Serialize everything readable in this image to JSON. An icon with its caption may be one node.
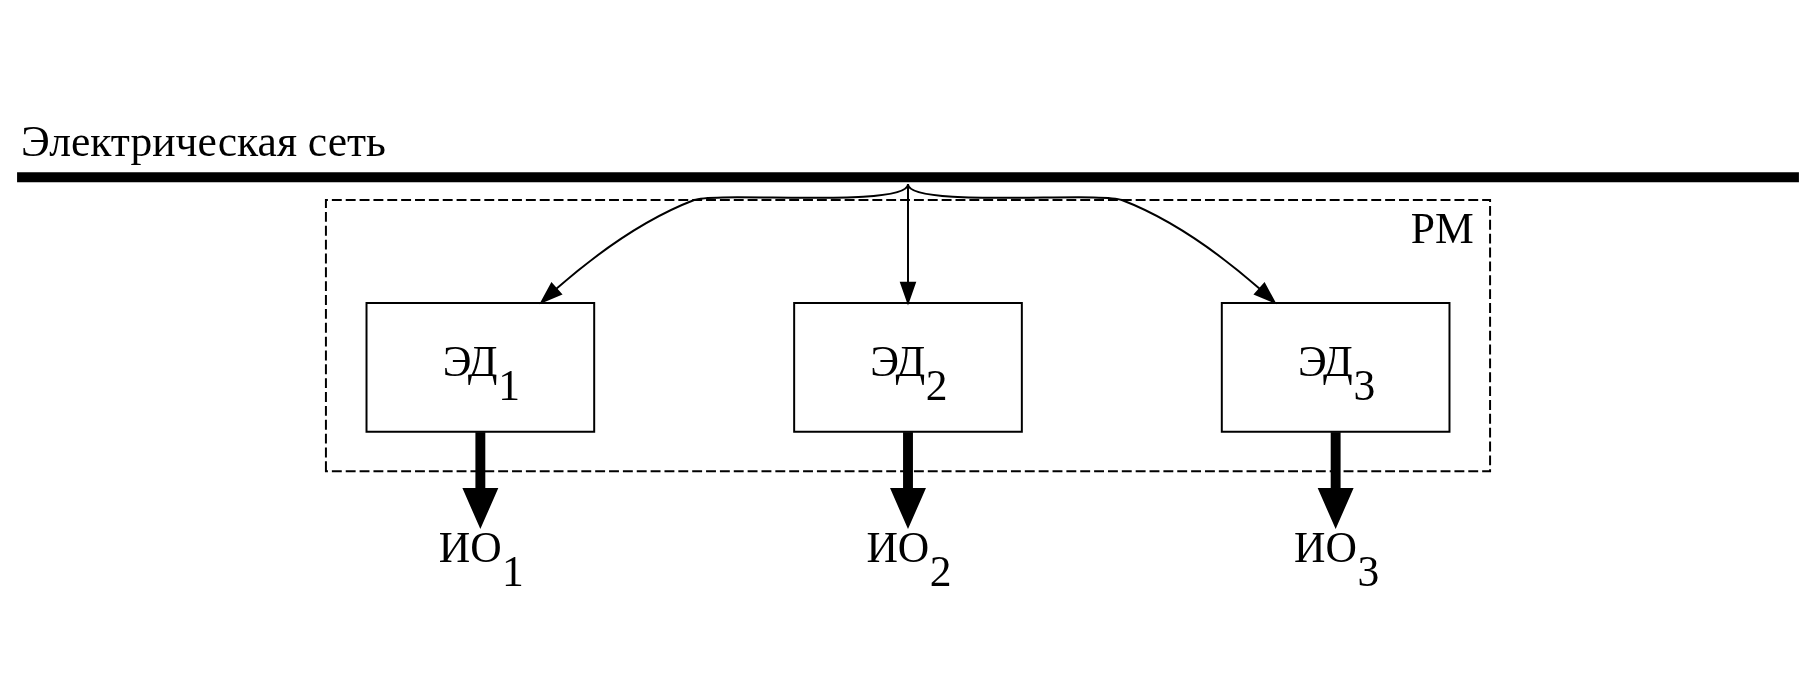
{
  "diagram": {
    "nodes": [
      {
        "text": [
          "Электрическая сеть"
        ]
      },
      {
        "text": [
          "РМ"
        ]
      },
      {
        "text": [
          "ЭД$_{1}$"
        ],
        "in": 1
      },
      {
        "text": [
          "ЭД$_{2}$"
        ],
        "in": 1
      },
      {
        "text": [
          "ЭД$_{3}$"
        ],
        "in": 1
      },
      {
        "text": [
          "ИО$_{1}$"
        ]
      },
      {
        "text": [
          "ИО$_{2}$"
        ]
      },
      {
        "text": [
          "ИО$_{3}$"
        ]
      }
    ],
    "edges": [
      {
        "from": 0,
        "to": 2,
        "arrow": "to"
      },
      {
        "from": 0,
        "to": 3,
        "arrow": "to"
      },
      {
        "from": 0,
        "to": 4,
        "arrow": "to"
      },
      {
        "from": 2,
        "to": 5,
        "arrow": "to",
        "style": "thick"
      },
      {
        "from": 3,
        "to": 6,
        "arrow": "to",
        "style": "thick"
      },
      {
        "from": 4,
        "to": 7,
        "arrow": "to",
        "style": "thick"
      }
    ]
  }
}
